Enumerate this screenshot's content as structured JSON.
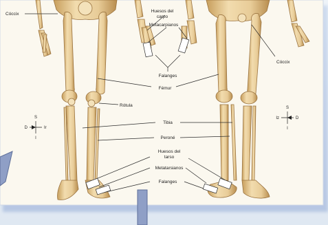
{
  "labels": {
    "coccyx_left": "Cóccix",
    "coccyx_right": "Cóccix",
    "carpal_bones": [
      "Huesos del",
      "carpo"
    ],
    "metacarpals": "Metacarpianos",
    "phalanges_hand": "Falanges",
    "femur": "Fémur",
    "patella": "Rótula",
    "tibia": "Tibia",
    "fibula": "Peroné",
    "tarsal_bones": [
      "Huesos del",
      "tarso"
    ],
    "metatarsals": "Metatarsianos",
    "phalanges_foot": "Falanges"
  },
  "compass_left": {
    "top": "S",
    "left": "D",
    "right": "Ir",
    "bottom": "I"
  },
  "compass_right": {
    "top": "S",
    "left": "Iz",
    "right": "D",
    "bottom": "I"
  },
  "colors": {
    "bone": "#e8cc98",
    "bone_shadow": "#c79e5c",
    "bone_outline": "#9b7440",
    "page": "#fbf8ef",
    "frame_accent": "#9fb3d8",
    "arrow_fill": "#8f9fc6"
  }
}
